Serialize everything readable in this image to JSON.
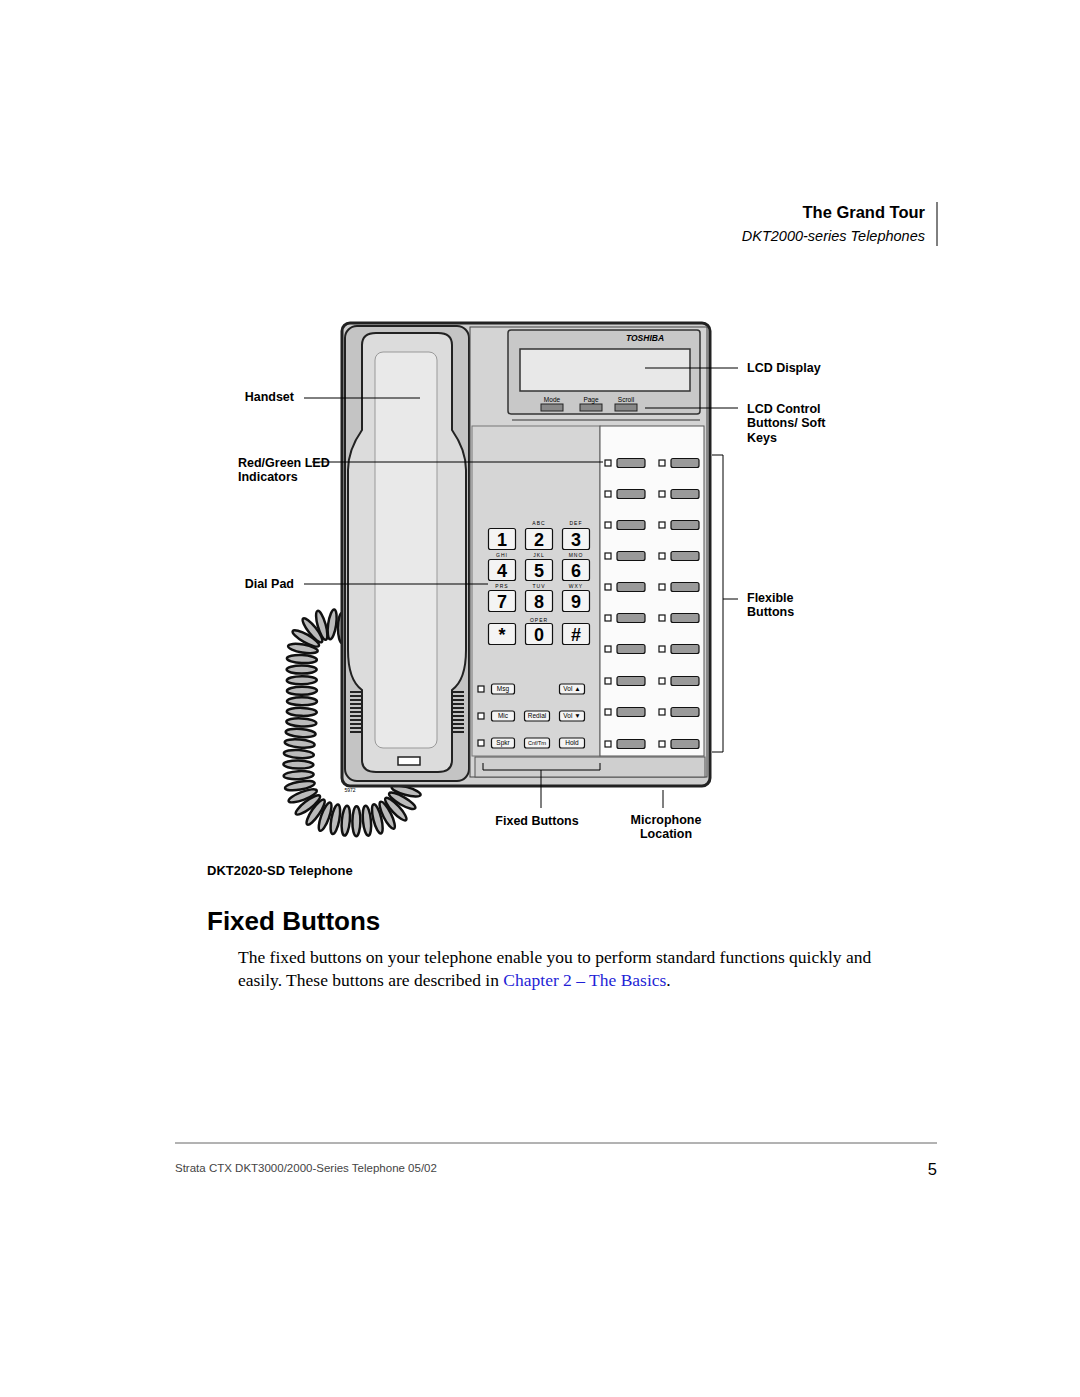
{
  "diagram": {
    "title": "Fixed Buttons",
    "caption": "DKT2020-SD Telephone",
    "labels": [
      "The Grand Tour",
      "DKT2000-series Telephones",
      "TOSHIBA",
      "Mode",
      "Page",
      "Scroll",
      "ABC",
      "DEF",
      "GHI",
      "JKL",
      "MNO",
      "PRS",
      "TUV",
      "WXY",
      "OPER",
      "1",
      "2",
      "3",
      "4",
      "5",
      "6",
      "7",
      "8",
      "9",
      "*",
      "0",
      "#",
      "Msg",
      "Vol ▲",
      "Mic",
      "Redial",
      "Vol ▼",
      "Spkr",
      "Cnf/Trn",
      "Hold",
      "5972",
      "Handset",
      "Red/Green LED Indicators",
      "Dial Pad",
      "LCD Display",
      "LCD Control Buttons/ Soft Keys",
      "Flexible Buttons",
      "Fixed Buttons",
      "Microphone Location",
      "The fixed buttons on your telephone enable you to perform standard functions quickly and easily. These buttons are described in",
      "Chapter 2 – The Basics",
      ".",
      "Strata CTX DKT3000/2000-Series Telephone 05/02",
      "5"
    ]
  }
}
